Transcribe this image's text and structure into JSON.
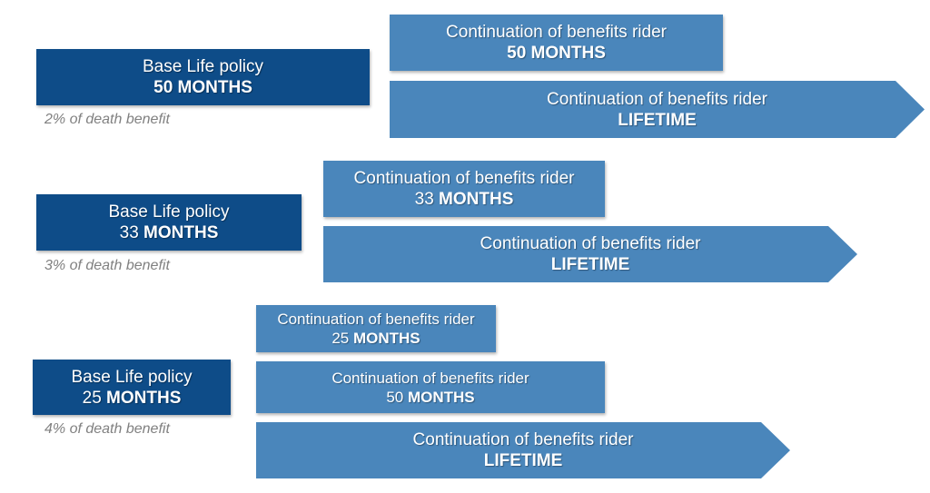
{
  "groups": [
    {
      "base": {
        "title": "Base Life policy",
        "number": "",
        "unit": "50 MONTHS"
      },
      "note": "2% of death benefit",
      "riders": [
        {
          "title": "Continuation of benefits rider",
          "number": "",
          "unit": "50 MONTHS"
        },
        {
          "title": "Continuation of benefits rider",
          "number": "",
          "unit": "LIFETIME"
        }
      ]
    },
    {
      "base": {
        "title": "Base Life policy",
        "number": "33 ",
        "unit": "MONTHS"
      },
      "note": "3% of death benefit",
      "riders": [
        {
          "title": "Continuation of benefits rider",
          "number": "33 ",
          "unit": "MONTHS"
        },
        {
          "title": "Continuation of benefits rider",
          "number": "",
          "unit": "LIFETIME"
        }
      ]
    },
    {
      "base": {
        "title": "Base Life policy",
        "number": "25 ",
        "unit": "MONTHS"
      },
      "note": "4% of death benefit",
      "riders": [
        {
          "title": "Continuation of benefits rider",
          "number": "25 ",
          "unit": "MONTHS"
        },
        {
          "title": "Continuation of benefits rider",
          "number": "50 ",
          "unit": "MONTHS"
        },
        {
          "title": "Continuation of benefits rider",
          "number": "",
          "unit": "LIFETIME"
        }
      ]
    }
  ],
  "colors": {
    "base": "#0e4c88",
    "rider": "#4a86bb",
    "note": "#808080"
  }
}
